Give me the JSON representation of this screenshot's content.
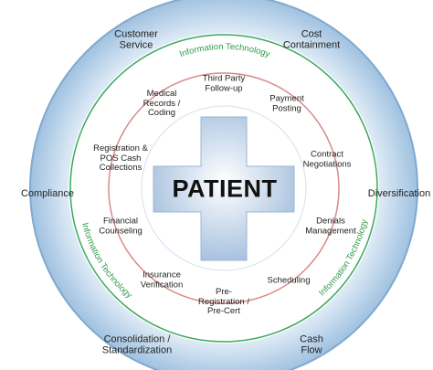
{
  "center": {
    "title": "PATIENT"
  },
  "rings": {
    "information_technology_top": "Information Technology",
    "information_technology_left": "Information Technology",
    "information_technology_right": "Information Technology"
  },
  "outer_labels": {
    "customer_service": "Customer\nService",
    "cost_containment": "Cost\nContainment",
    "compliance": "Compliance",
    "diversification": "Diversification",
    "consolidation": "Consolidation /\nStandardization",
    "cash_flow": "Cash\nFlow"
  },
  "inner_labels": {
    "third_party": "Third Party\nFollow-up",
    "payment_posting": "Payment\nPosting",
    "contract_negotiations": "Contract\nNegotiations",
    "denials_management": "Denials\nManagement",
    "scheduling": "Scheduling",
    "pre_registration": "Pre-\nRegistration /\nPre-Cert",
    "insurance_verification": "Insurance\nVerification",
    "financial_counseling": "Financial\nCounseling",
    "registration_pos": "Registration &\nPOS Cash\nCollections",
    "medical_records": "Medical\nRecords /\nCoding"
  },
  "colors": {
    "outer_ring": "#a9c8e4",
    "outer_ring_edge": "#7fa9cf",
    "green_ring": "#3aa85a",
    "red_ring": "#d98a8a",
    "inner_fill": "#ffffff",
    "cross": "#b9cfe6",
    "it_text": "#2e9a4c"
  }
}
